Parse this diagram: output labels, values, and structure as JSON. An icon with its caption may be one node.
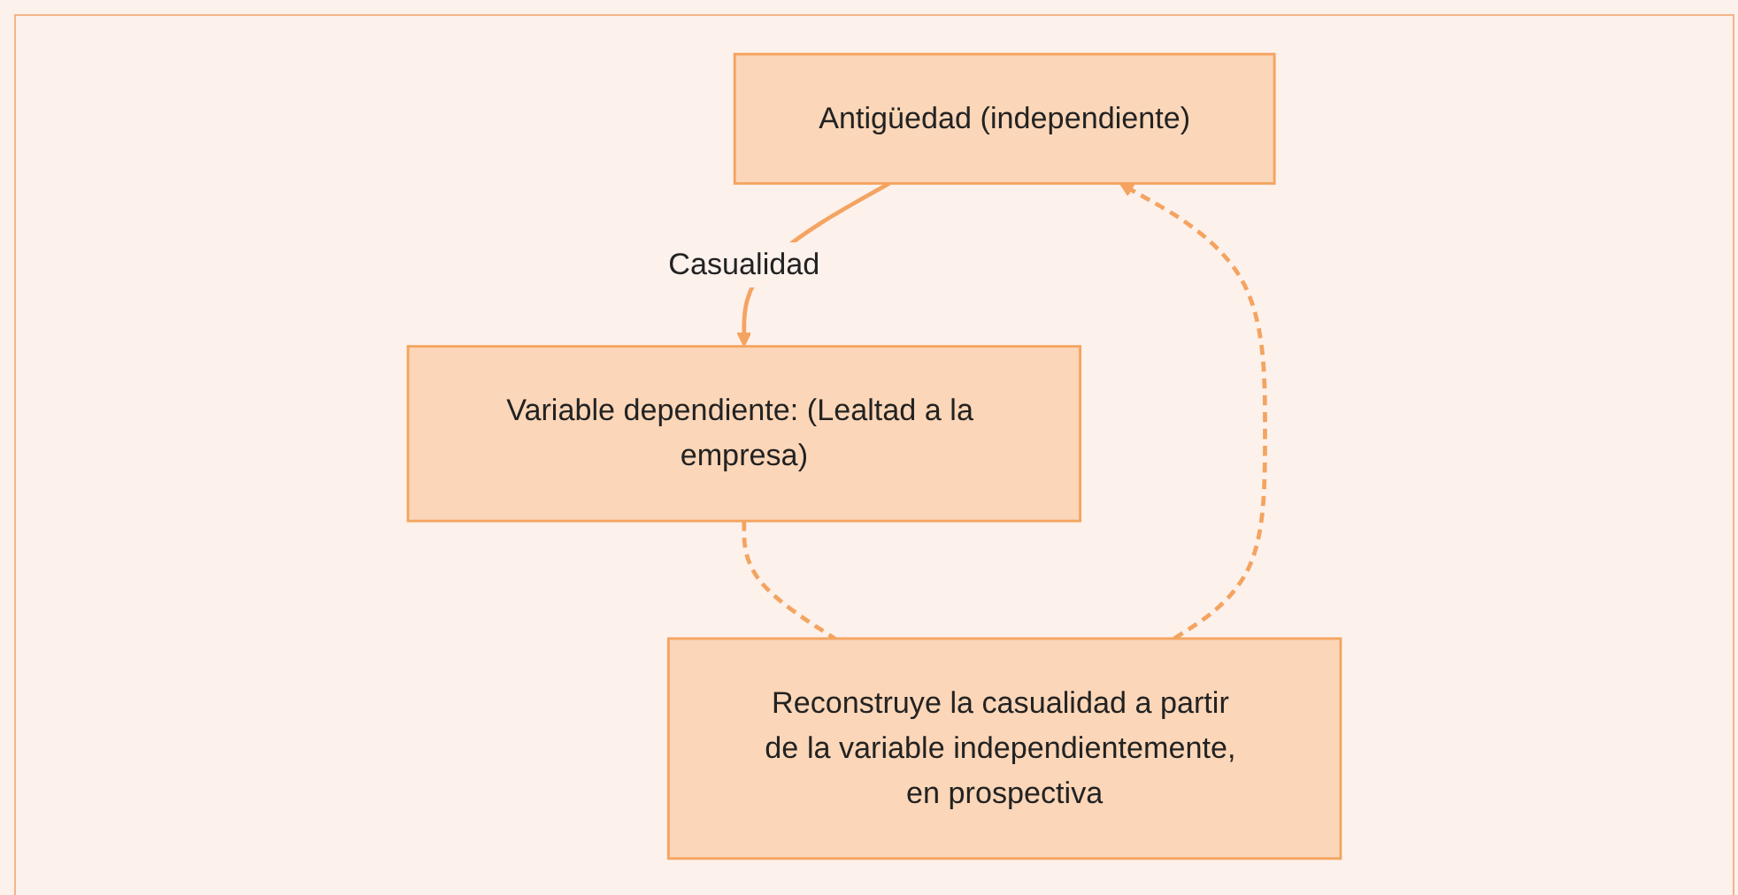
{
  "diagram": {
    "nodes": [
      {
        "text": [
          "Antigüedad (independiente)"
        ]
      },
      {
        "text": [
          "Variable dependiente: (Lealtad a la empresa)"
        ]
      },
      {
        "text": [
          "Reconstruye la casualidad a partir de la variable independientemente, en prospectiva"
        ]
      }
    ],
    "edges": [
      {
        "from": 0,
        "to": 1,
        "arrow": "to",
        "label": "Casualidad"
      },
      {
        "from": 1,
        "to": 2,
        "arrow": "none",
        "style": "dashed"
      },
      {
        "from": 2,
        "to": 0,
        "arrow": "to",
        "style": "dashed"
      }
    ]
  }
}
